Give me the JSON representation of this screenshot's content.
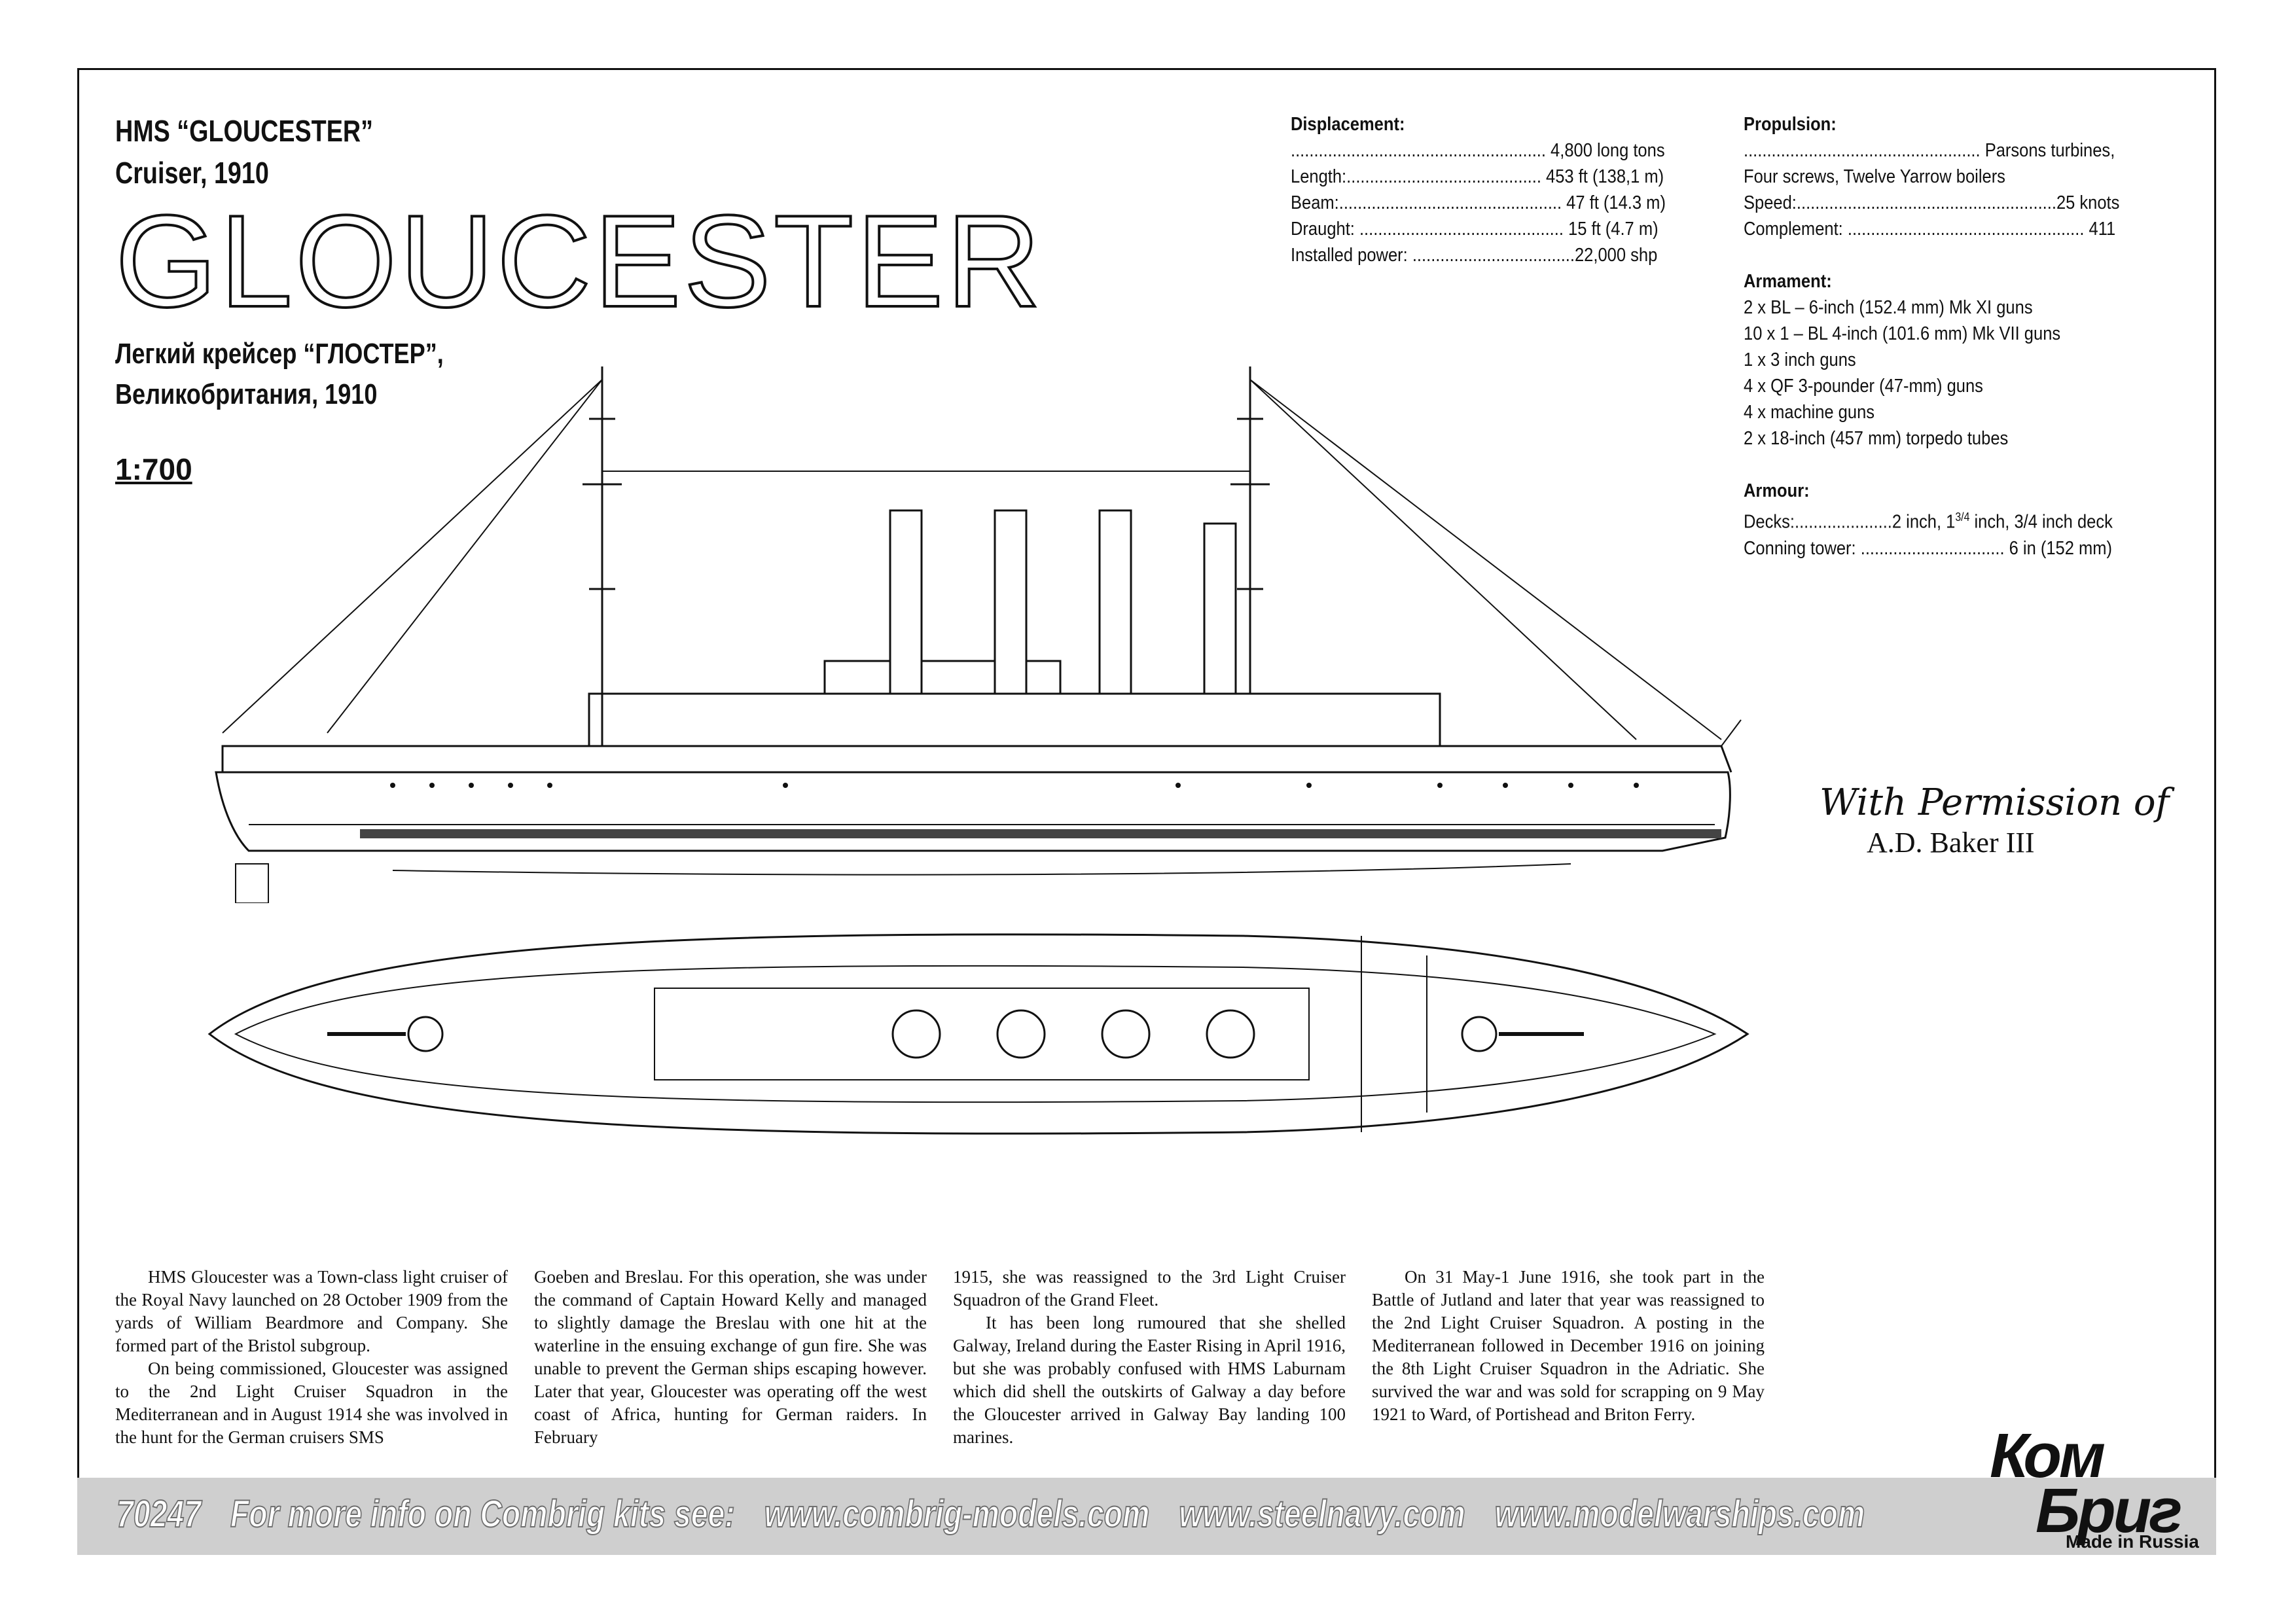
{
  "header": {
    "ship_line": "HMS “GLOUCESTER”",
    "type_line": "Cruiser, 1910",
    "big_name": "GLOUCESTER",
    "ru_line1": "Легкий крейсер “ГЛОСТЕР”,",
    "ru_line2": "Великобритания, 1910",
    "scale": "1:700"
  },
  "specs": {
    "displacement_heading": "Displacement:",
    "displacement": "....................................................... 4,800 long tons",
    "length": "Length:.......................................... 453 ft (138,1 m)",
    "beam": "Beam:................................................ 47 ft (14.3 m)",
    "draught": "Draught: ............................................ 15 ft (4.7 m)",
    "power": "Installed power: ...................................22,000 shp",
    "propulsion_heading": "Propulsion:",
    "propulsion1": "................................................... Parsons turbines,",
    "propulsion2": "Four screws, Twelve Yarrow boilers",
    "speed": "Speed:........................................................25 knots",
    "complement": "Complement: ................................................... 411",
    "armament_heading": "Armament:",
    "armament": [
      "2 x BL –  6-inch (152.4 mm) Mk XI guns",
      "10 x 1 –  BL 4-inch (101.6 mm) Mk VII guns",
      "1 x 3 inch guns",
      "4 x QF 3-pounder (47-mm) guns",
      "4 x machine guns",
      "2 x 18-inch (457 mm) torpedo tubes"
    ],
    "armour_heading": "Armour:",
    "decks_a": "Decks:.....................2 inch, 1",
    "decks_sup": "3/4",
    "decks_b": " inch, 3/4 inch deck",
    "conning": "Conning tower: ............................... 6 in (152 mm)"
  },
  "permission": {
    "line1": "With Permission of",
    "line2": "A.D. Baker III"
  },
  "story": {
    "col1_p1": "HMS Gloucester was a Town-class light cruiser of the Royal Navy launched on 28 October 1909 from the yards of William Beardmore and Company. She formed part of the Bristol subgroup.",
    "col1_p2": "On being commissioned, Gloucester was assigned to the 2nd Light Cruiser Squadron in the Mediterranean and in August 1914 she was involved in the hunt for the German cruisers SMS",
    "col2": "Goeben and Breslau. For this operation, she was under the command of Captain Howard Kelly and managed to slightly damage the Breslau with one hit at the waterline in the ensuing exchange of gun fire. She was unable to prevent the German ships escaping however. Later that year, Gloucester was operating off the west coast of Africa, hunting for German raiders. In February",
    "col3_p1": "1915, she was reassigned to the 3rd Light Cruiser Squadron of the Grand Fleet.",
    "col3_p2": "It has been long rumoured that she shelled Galway, Ireland during the Easter Rising in April 1916, but she was probably confused with HMS Laburnam which did shell the outskirts of Galway a day before the Gloucester arrived in Galway Bay landing 100 marines.",
    "col4": "On 31 May-1 June 1916, she took part in the Battle of Jutland and later that year was reassigned to the 2nd Light Cruiser Squadron. A posting in the Mediterranean followed in December 1916 on joining the 8th Light Cruiser Squadron in the Adriatic. She survived the war and was sold for scrapping on 9 May 1921 to Ward, of Portishead and Briton Ferry."
  },
  "footer": {
    "kit_number": "70247",
    "info": "For more info on Combrig kits see:",
    "site1": "www.combrig-models.com",
    "site2": "www.steelnavy.com",
    "site3": "www.modelwarships.com"
  },
  "logo": {
    "kom": "Ком",
    "brig": "Бриг",
    "made": "Made in Russia"
  }
}
